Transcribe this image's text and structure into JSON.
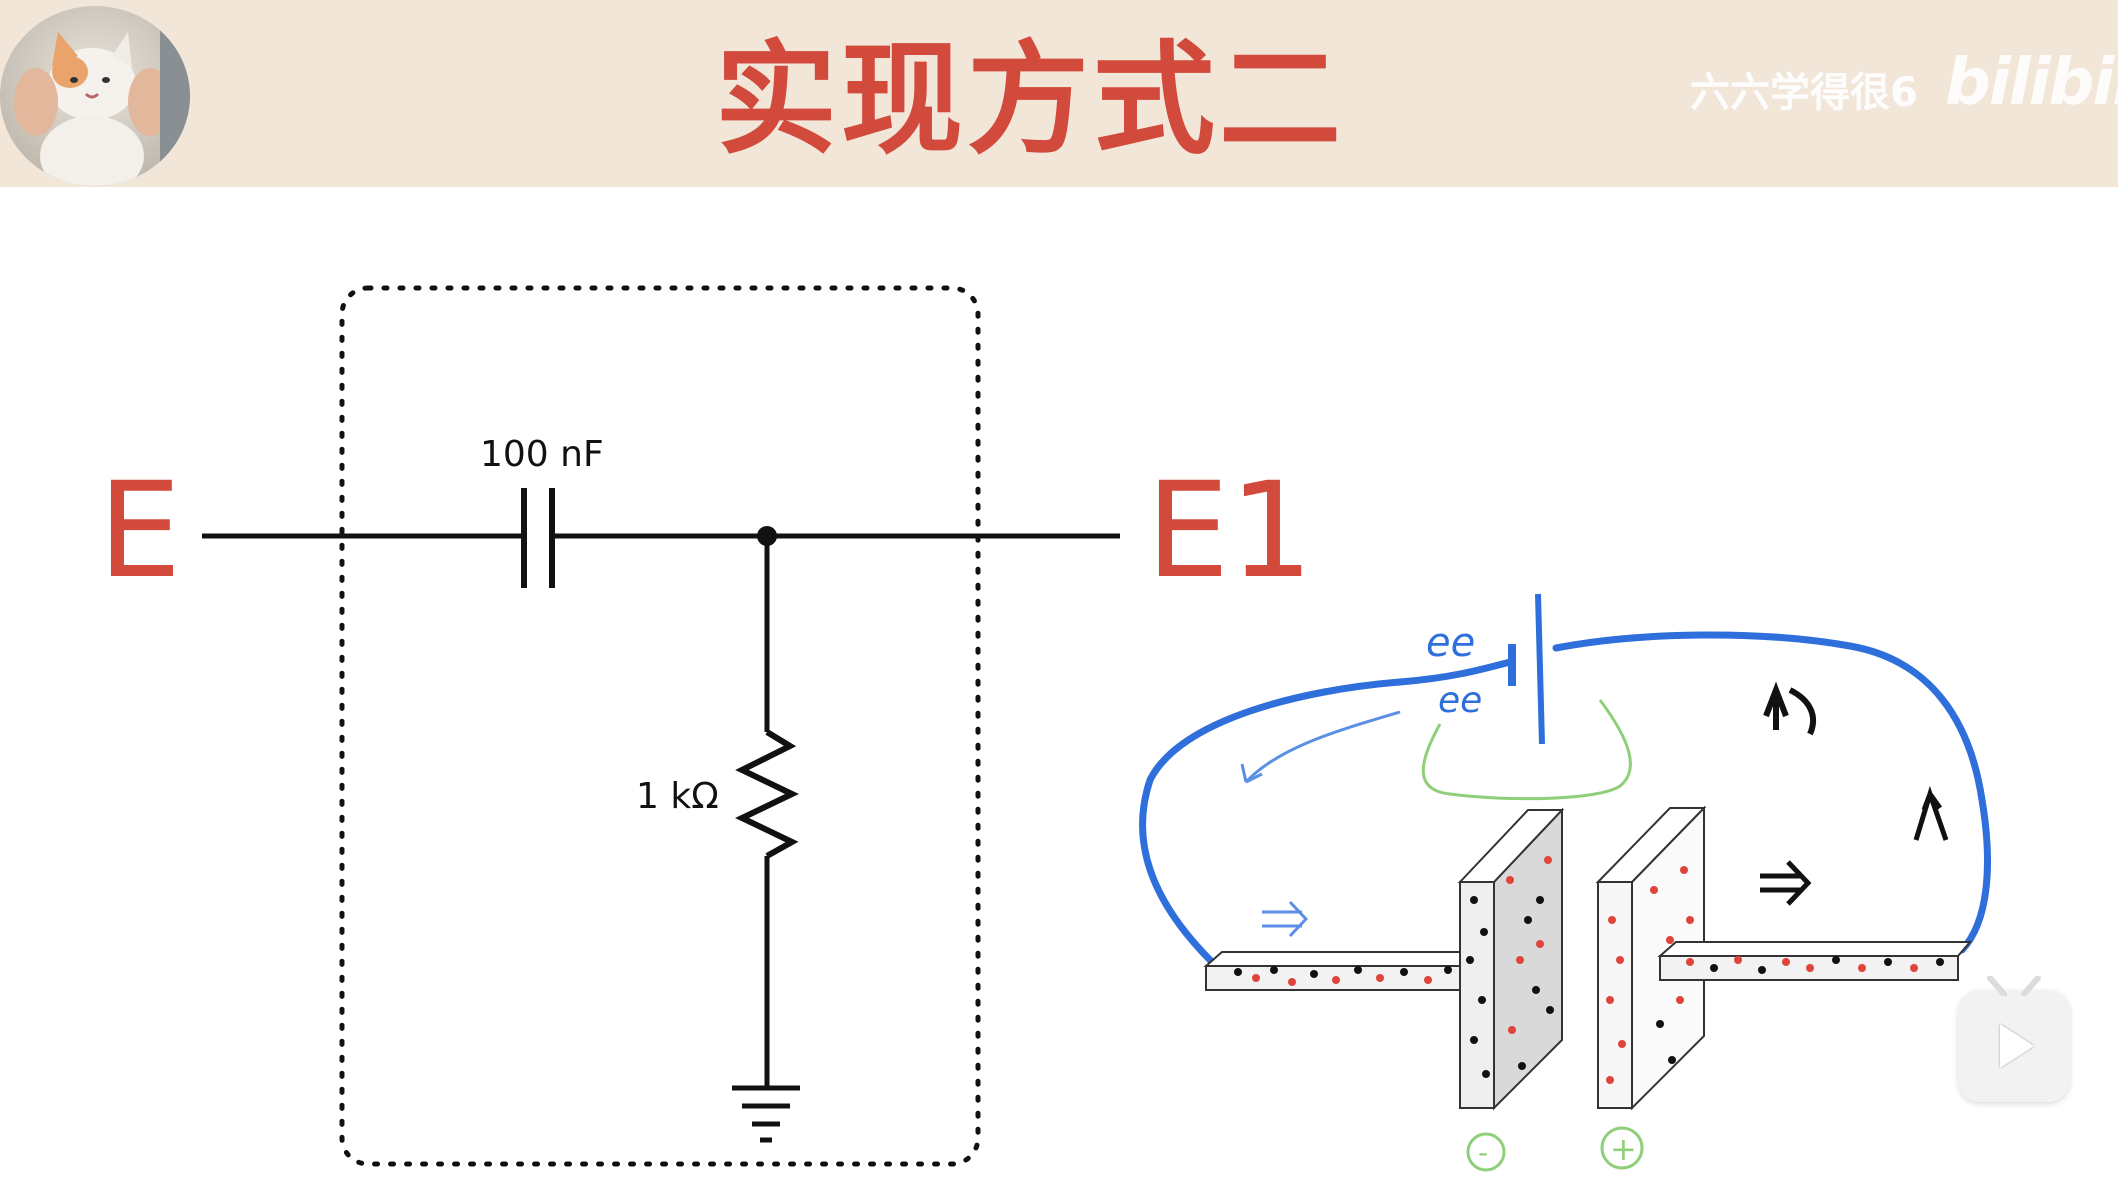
{
  "slide": {
    "title": "实现方式二",
    "watermark_text": "六六学得很6",
    "watermark_logo": "bilibili"
  },
  "circuit": {
    "input_node_label": "E",
    "output_node_label": "E1",
    "capacitor_label": "100 nF",
    "resistor_label": "1 kΩ"
  },
  "sketch": {
    "electron_labels": [
      "ee",
      "ee"
    ],
    "negative_plate_symbol": "-",
    "positive_plate_symbol": "+"
  },
  "colors": {
    "header_bg": "#f2e6d9",
    "title_red": "#d24a3b",
    "sketch_blue": "#2f6fdc",
    "sketch_green": "#8fcf7a",
    "dot_red": "#e0443a",
    "dot_black": "#111111"
  },
  "icons": {
    "play": "play-icon",
    "avatar": "cat-avatar"
  }
}
